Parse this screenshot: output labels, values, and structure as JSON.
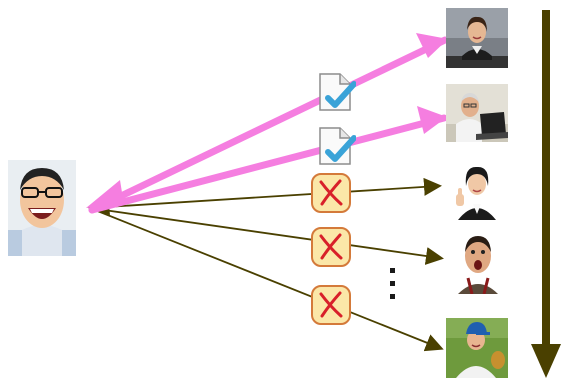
{
  "colors": {
    "accepted_arrow": "#f57ee0",
    "rejected_arrow": "#4a4000",
    "ranking_arrow": "#4a4000",
    "check": "#3aa3d8",
    "cross": "#d8202a",
    "cross_bg": "#fbe7a8"
  },
  "diagram": {
    "source": {
      "icon": "laughing-man-photo"
    },
    "targets": [
      {
        "icon": "businesswoman-photo",
        "relation": "accepted",
        "marker": "checkmark-document-icon"
      },
      {
        "icon": "older-man-laptop-photo",
        "relation": "accepted",
        "marker": "checkmark-document-icon"
      },
      {
        "icon": "woman-thumbs-up-photo",
        "relation": "rejected",
        "marker": "red-x-icon"
      },
      {
        "icon": "surprised-man-photo",
        "relation": "rejected",
        "marker": "red-x-icon"
      },
      {
        "icon": "boy-baseball-photo",
        "relation": "rejected",
        "marker": "red-x-icon"
      }
    ],
    "ellipsis_icon": "vertical-ellipsis",
    "ranking_arrow_icon": "down-arrow"
  }
}
